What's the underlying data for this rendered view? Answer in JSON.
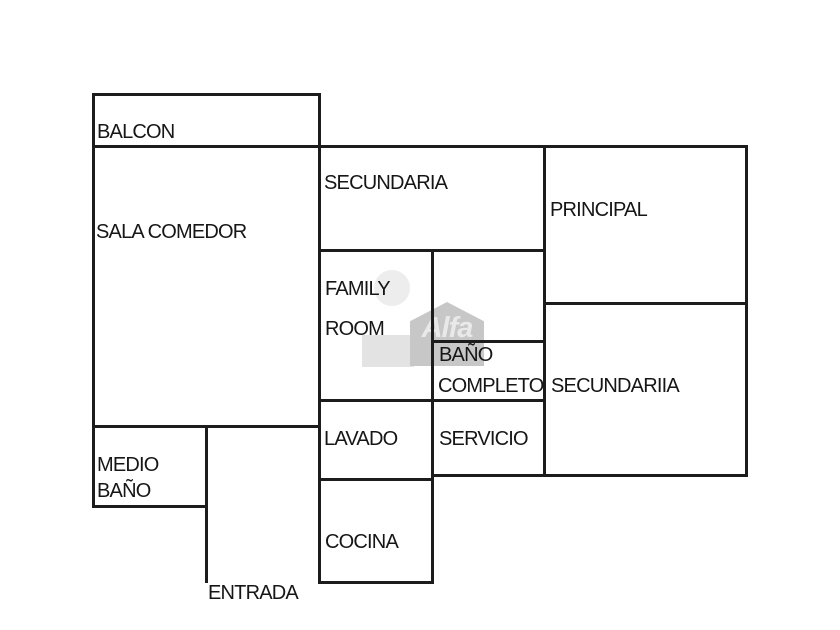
{
  "colors": {
    "background": "#ffffff",
    "wall": "#1c1c1c",
    "text": "#161616",
    "watermark_house": "#c7c7c7",
    "watermark_text": "#e9e9e9"
  },
  "rooms": {
    "balcon": {
      "label": "BALCON"
    },
    "sala_comedor": {
      "label": "SALA COMEDOR"
    },
    "secundaria": {
      "label": "SECUNDARIA"
    },
    "principal": {
      "label": "PRINCIPAL"
    },
    "family_room": {
      "line1": "FAMILY",
      "line2": "ROOM"
    },
    "bano_completo": {
      "line1": "BAÑO",
      "line2": "COMPLETO"
    },
    "secundariia": {
      "label": "SECUNDARIIA"
    },
    "lavado": {
      "label": "LAVADO"
    },
    "servicio": {
      "label": "SERVICIO"
    },
    "medio_bano": {
      "line1": "MEDIO",
      "line2": "BAÑO"
    },
    "cocina": {
      "label": "COCINA"
    },
    "entrada": {
      "label": "ENTRADA"
    }
  },
  "watermark": {
    "text": "Alfa"
  }
}
